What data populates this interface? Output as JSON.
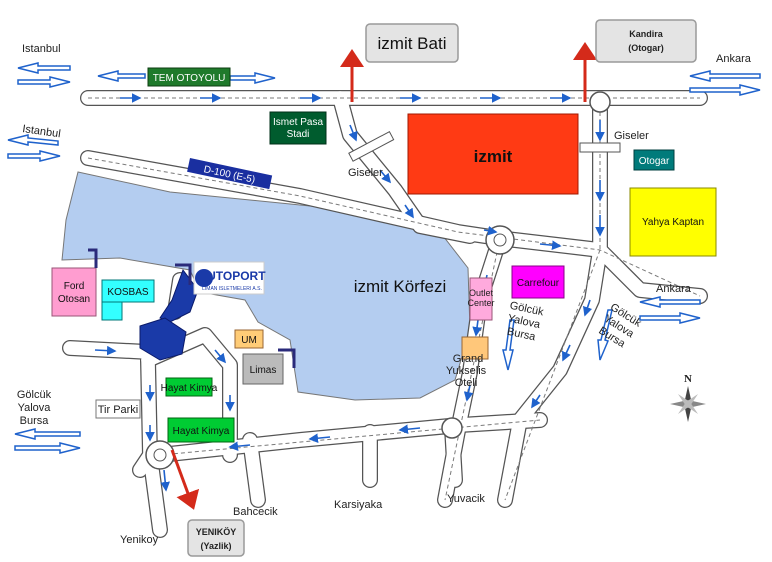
{
  "directions": {
    "istanbul_top": "Istanbul",
    "istanbul_mid": "Istanbul",
    "ankara_top": "Ankara",
    "ankara_mid": "Ankara",
    "golcuk_left": [
      "Gölcük",
      "Yalova",
      "Bursa"
    ],
    "golcuk_mid": [
      "Gölcük",
      "Yalova",
      "Bursa"
    ],
    "golcuk_right": [
      "Gölcük",
      "Yalova",
      "Bursa"
    ]
  },
  "signs": {
    "izmit_bati": "izmit Bati",
    "kandira": [
      "Kandira",
      "(Otogar)"
    ],
    "yenikoy": [
      "YENIKÖY",
      "(Yazlik)"
    ]
  },
  "roads": {
    "tem": "TEM OTOYOLU",
    "d100": "D-100 (E-5)"
  },
  "places": {
    "stadium": [
      "Ismet Pasa",
      "Stadi"
    ],
    "izmit": "izmit",
    "otogar": "Otogar",
    "yahya": "Yahya Kaptan",
    "korfez": "izmit Körfezi",
    "carrefour": "Carrefour",
    "outlet": [
      "Outlet",
      "Center"
    ],
    "grand": [
      "Grand",
      "Yukselis",
      "Oteli"
    ],
    "ford": [
      "Ford",
      "Otosan"
    ],
    "kosbas": "KOSBAS",
    "autoport": "AUTOPORT",
    "autoport_sub": "LIMAN ISLETMELERI A.S.",
    "um": "UM",
    "limas": "Limas",
    "hayat_small": "Hayat Kimya",
    "hayat_big": "Hayat Kimya",
    "tir": "Tir Parki",
    "giseler_left": "Giseler",
    "giseler_right": "Giseler",
    "bahcecik": "Bahcecik",
    "karsiyaka": "Karsiyaka",
    "yuvacik": "Yuvacik",
    "yenikoy_lbl": "Yenikoy",
    "north": "N"
  },
  "colors": {
    "sea": "#b4cdf0",
    "izmit": "#ff3a14",
    "yahya": "#ffff00",
    "otogar": "#007b7b",
    "stadium": "#005c2e",
    "tem_sign": "#1f7a2b",
    "carrefour": "#ff00ff",
    "outlet": "#ffaadd",
    "grand": "#ffc77a",
    "ford": "#ff9dd0",
    "kosbas": "#33ffff",
    "um": "#ffcc77",
    "limas": "#bbbbbb",
    "hayat": "#00cc33",
    "arrow": "#1f62cc",
    "red_arrow": "#d42a1a",
    "sign_bg": "#e4e4e4",
    "autoport_blue": "#1a3aa8"
  }
}
